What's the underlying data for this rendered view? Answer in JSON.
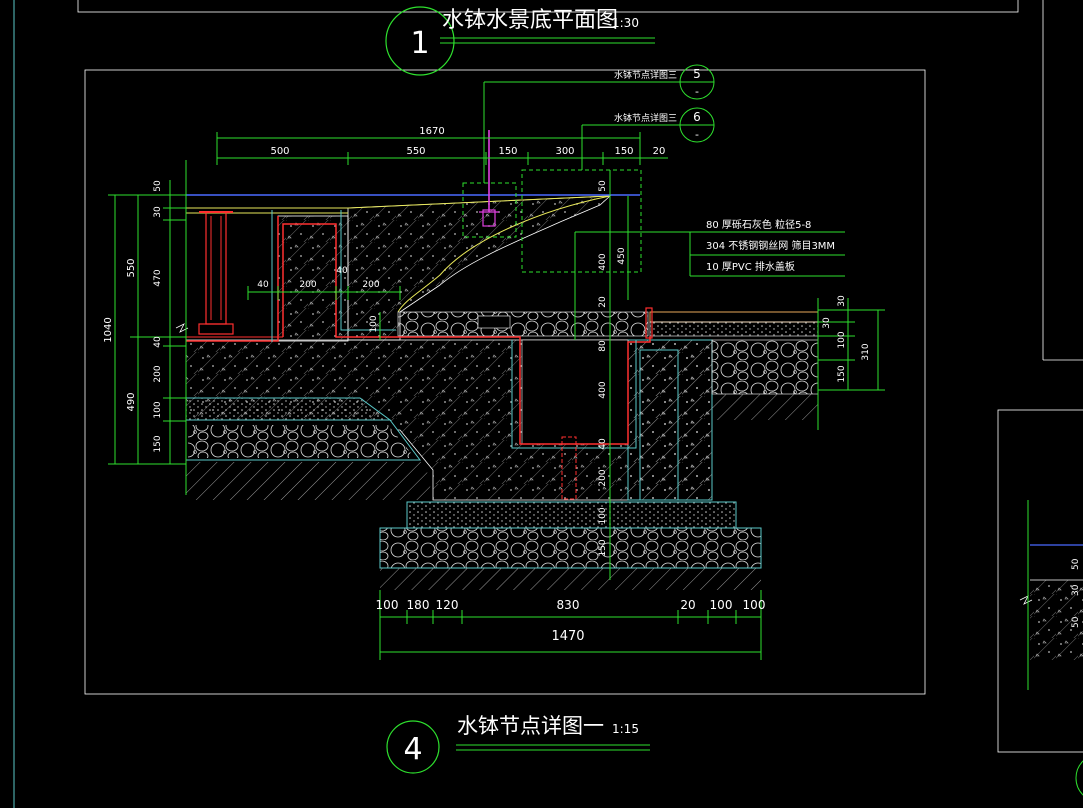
{
  "top_title": {
    "number": "1",
    "text": "水钵水景底平面图",
    "scale": "1:30"
  },
  "main_title": {
    "number": "4",
    "text": "水钵节点详图一",
    "scale": "1:15"
  },
  "callouts": [
    {
      "label": "水钵节点详图三",
      "number": "5",
      "sub": "-"
    },
    {
      "label": "水钵节点详图三",
      "number": "6",
      "sub": "-"
    }
  ],
  "notes": [
    "80 厚砾石灰色 粒径5-8",
    "304 不锈钢钢丝网 筛目3MM",
    "10 厚PVC 排水盖板"
  ],
  "top_dims": {
    "total": "1670",
    "segments": [
      "500",
      "550",
      "150",
      "300",
      "150",
      "20"
    ]
  },
  "bottom_dims": {
    "segments": [
      "100",
      "180",
      "120",
      "830",
      "20",
      "100",
      "100"
    ],
    "total": "1470"
  },
  "left_dims": {
    "outer": "1040",
    "mid": [
      "550",
      "490"
    ],
    "inner": [
      "50",
      "30",
      "470",
      "40",
      "200",
      "100",
      "150"
    ]
  },
  "right_dims": {
    "inner": [
      "30",
      "30",
      "100",
      "150"
    ],
    "outer": "310"
  },
  "interior_dims": {
    "h_left": [
      "40",
      "200",
      "40",
      "200"
    ],
    "step": "100",
    "center_v": [
      "50",
      "450",
      "400",
      "20",
      "80",
      "400",
      "40",
      "200",
      "100",
      "150"
    ]
  }
}
